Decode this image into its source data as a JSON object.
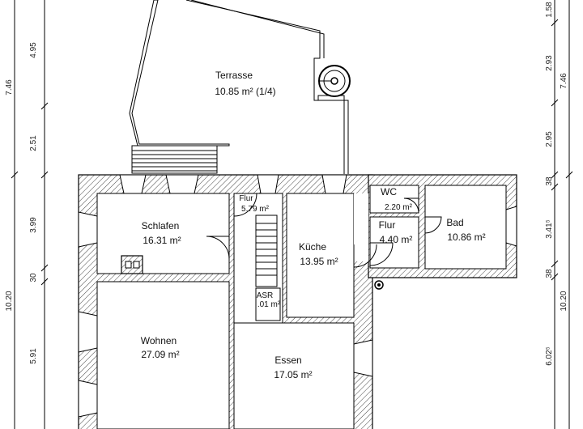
{
  "rooms": {
    "terrasse": {
      "name": "Terrasse",
      "area": "10.85 m² (1/4)"
    },
    "schlafen": {
      "name": "Schlafen",
      "area": "16.31 m²"
    },
    "flur_top": {
      "name": "Flur",
      "area": "5.79 m²"
    },
    "kueche": {
      "name": "Küche",
      "area": "13.95 m²"
    },
    "wc": {
      "name": "WC",
      "area": "2.20 m²"
    },
    "flur_right": {
      "name": "Flur",
      "area": "4.40 m²"
    },
    "bad": {
      "name": "Bad",
      "area": "10.86 m²"
    },
    "asr": {
      "name": "ASR",
      "area": ".01 m²"
    },
    "wohnen": {
      "name": "Wohnen",
      "area": "27.09 m²"
    },
    "essen": {
      "name": "Essen",
      "area": "17.05 m²"
    }
  },
  "dimensions": {
    "left_outer": {
      "a": "7.46",
      "b": "10.20"
    },
    "left_inner": {
      "a": "4.95",
      "b": "2.51",
      "c": "3.99",
      "d": "30",
      "e": "5.91"
    },
    "right_inner": {
      "a": "1.58",
      "b": "2.93",
      "c": "2.95",
      "d": "38",
      "e": "3.41⁵",
      "f": "38",
      "g": "6.02⁵"
    },
    "right_outer": {
      "a": "7.46",
      "b": "10.20"
    }
  }
}
